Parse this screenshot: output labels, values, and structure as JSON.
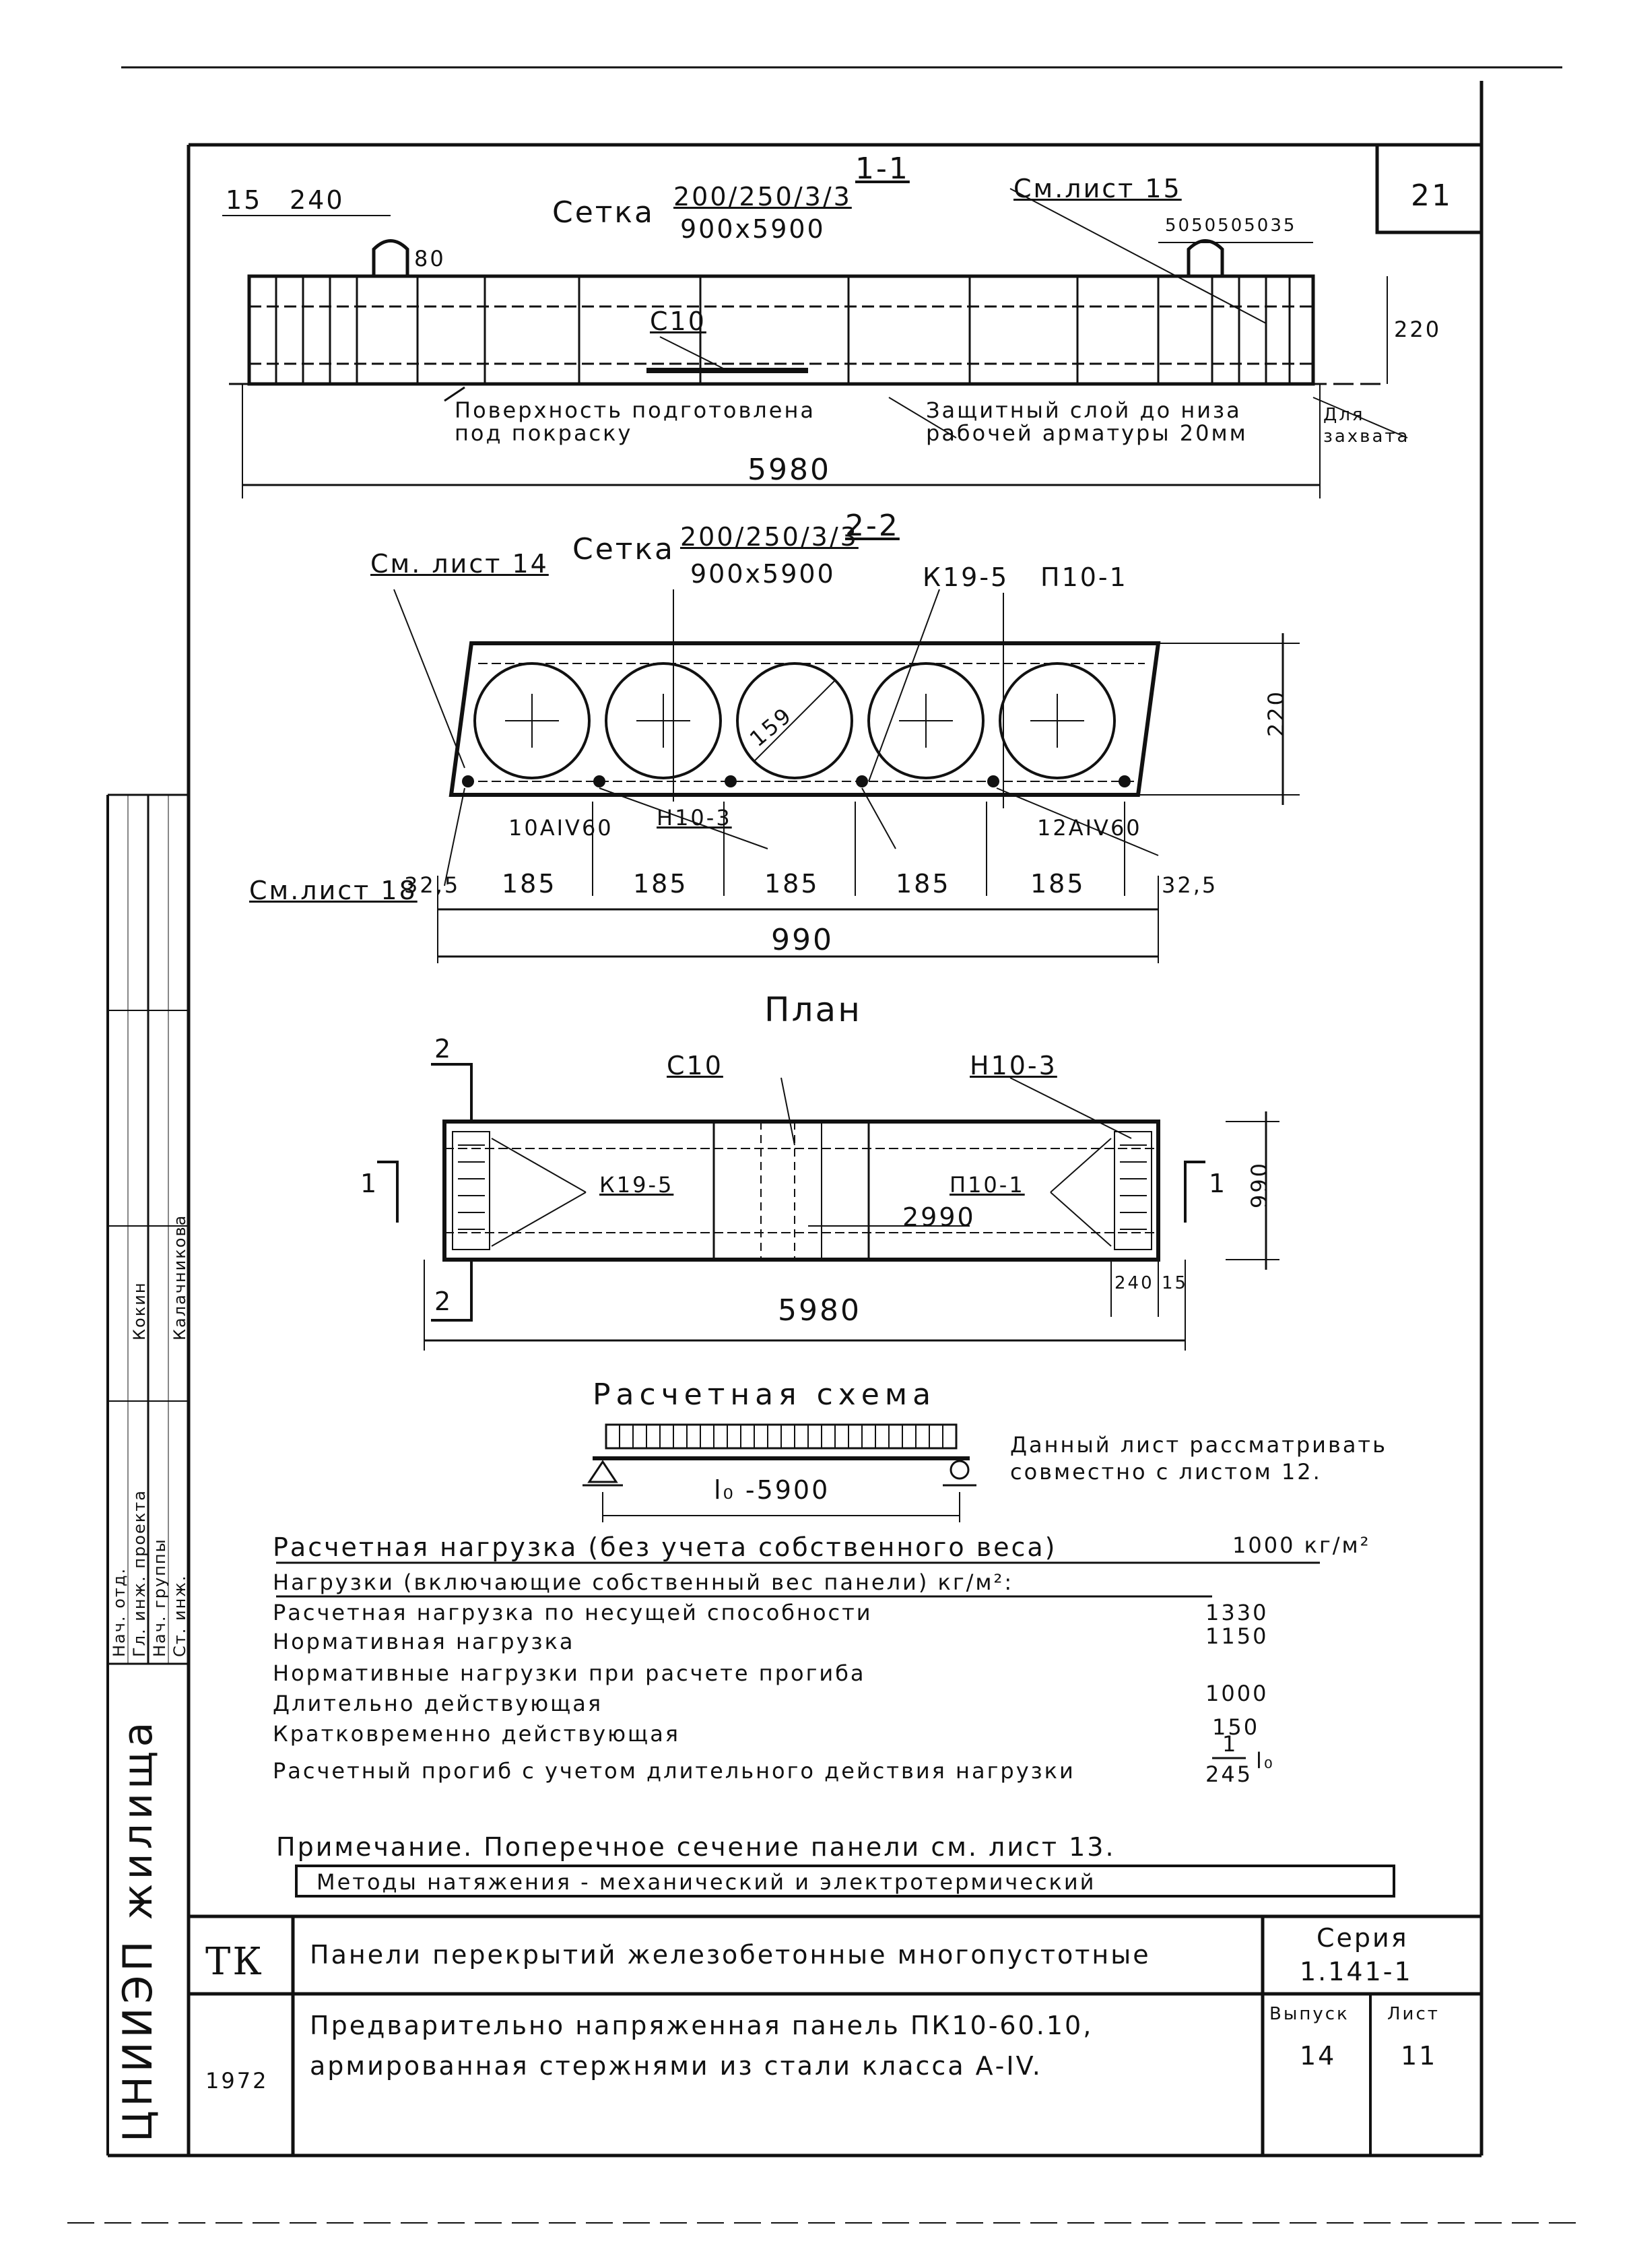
{
  "sheet": {
    "number": "21",
    "year": "1972",
    "code": "ТК"
  },
  "section11": {
    "label": "1-1",
    "see_sheet": "См.лист 15",
    "mesh_prefix": "Сетка",
    "mesh_top": "200/250/3/3",
    "mesh_bottom": "900x5900",
    "dim_15": "15",
    "dim_240": "240",
    "dim_80": "80",
    "dims_right": "5050505035",
    "bar_c10": "С10",
    "height": "220",
    "length": "5980",
    "note_surface": "Поверхность подготовлена под покраску",
    "note_cover": "Защитный слой до низа рабочей арматуры 20мм",
    "note_grip": "Для захвата"
  },
  "section22": {
    "label": "2-2",
    "mesh_prefix": "Сетка",
    "mesh_top": "200/250/3/3",
    "mesh_bottom": "900x5900",
    "see_sheet_14": "См. лист 14",
    "see_sheet_18": "См.лист 18",
    "k_label": "К19-5",
    "p_label": "П10-1",
    "n_label": "Н10-3",
    "bar_left": "10АIV60",
    "bar_right": "12АIV60",
    "diam": "159",
    "height": "220",
    "dim_edge_left": "32,5",
    "dim_edge_right": "32,5",
    "spacings": [
      "185",
      "185",
      "185",
      "185",
      "185"
    ],
    "width": "990"
  },
  "plan": {
    "title": "План",
    "section_mark_2": "2",
    "section_mark_1": "1",
    "c10": "С10",
    "n10": "Н10-3",
    "k_label": "К19-5",
    "p_label": "П10-1",
    "half_length": "2990",
    "width": "990",
    "length": "5980",
    "dim_240": "240",
    "dim_15": "15"
  },
  "scheme": {
    "title": "Расчетная схема",
    "span": "l₀ -5900",
    "note": "Данный лист рассматривать совместно с листом 12."
  },
  "loads": {
    "design_load_label": "Расчетная нагрузка (без учета собственного веса)",
    "design_load_value": "1000 кг/м²",
    "loads_header": "Нагрузки (включающие собственный вес панели) кг/м²:",
    "rows": [
      {
        "label": "Расчетная нагрузка по несущей способности",
        "value": "1330"
      },
      {
        "label": "Нормативная нагрузка",
        "value": "1150"
      },
      {
        "label": "Нормативные нагрузки при расчете прогиба",
        "value": ""
      },
      {
        "label": "Длительно действующая",
        "value": "1000"
      },
      {
        "label": "Кратковременно действующая",
        "value": "150"
      }
    ],
    "deflection_label": "Расчетный прогиб с учетом длительного действия нагрузки",
    "deflection_num": "1",
    "deflection_den": "245",
    "deflection_var": "l₀"
  },
  "notes": {
    "note1": "Примечание. Поперечное сечение панели см. лист 13.",
    "note2": "Методы натяжения - механический и электротермический"
  },
  "titleblock": {
    "line1": "Панели перекрытий железобетонные многопустотные",
    "line2": "Предварительно напряженная панель ПК10-60.10,",
    "line3": "армированная стержнями из стали класса А-IV.",
    "series_label": "Серия",
    "series_value": "1.141-1",
    "issue_label": "Выпуск",
    "issue_value": "14",
    "sheet_label": "Лист",
    "sheet_value": "11"
  },
  "sidebar": {
    "cells": [
      "Нач. отд.",
      "Гл. инж. проекта",
      "Нач. группы",
      "Ст. инж.",
      "Кокин",
      "Калачникова"
    ],
    "org": "ЦНИИЭП жилища"
  }
}
